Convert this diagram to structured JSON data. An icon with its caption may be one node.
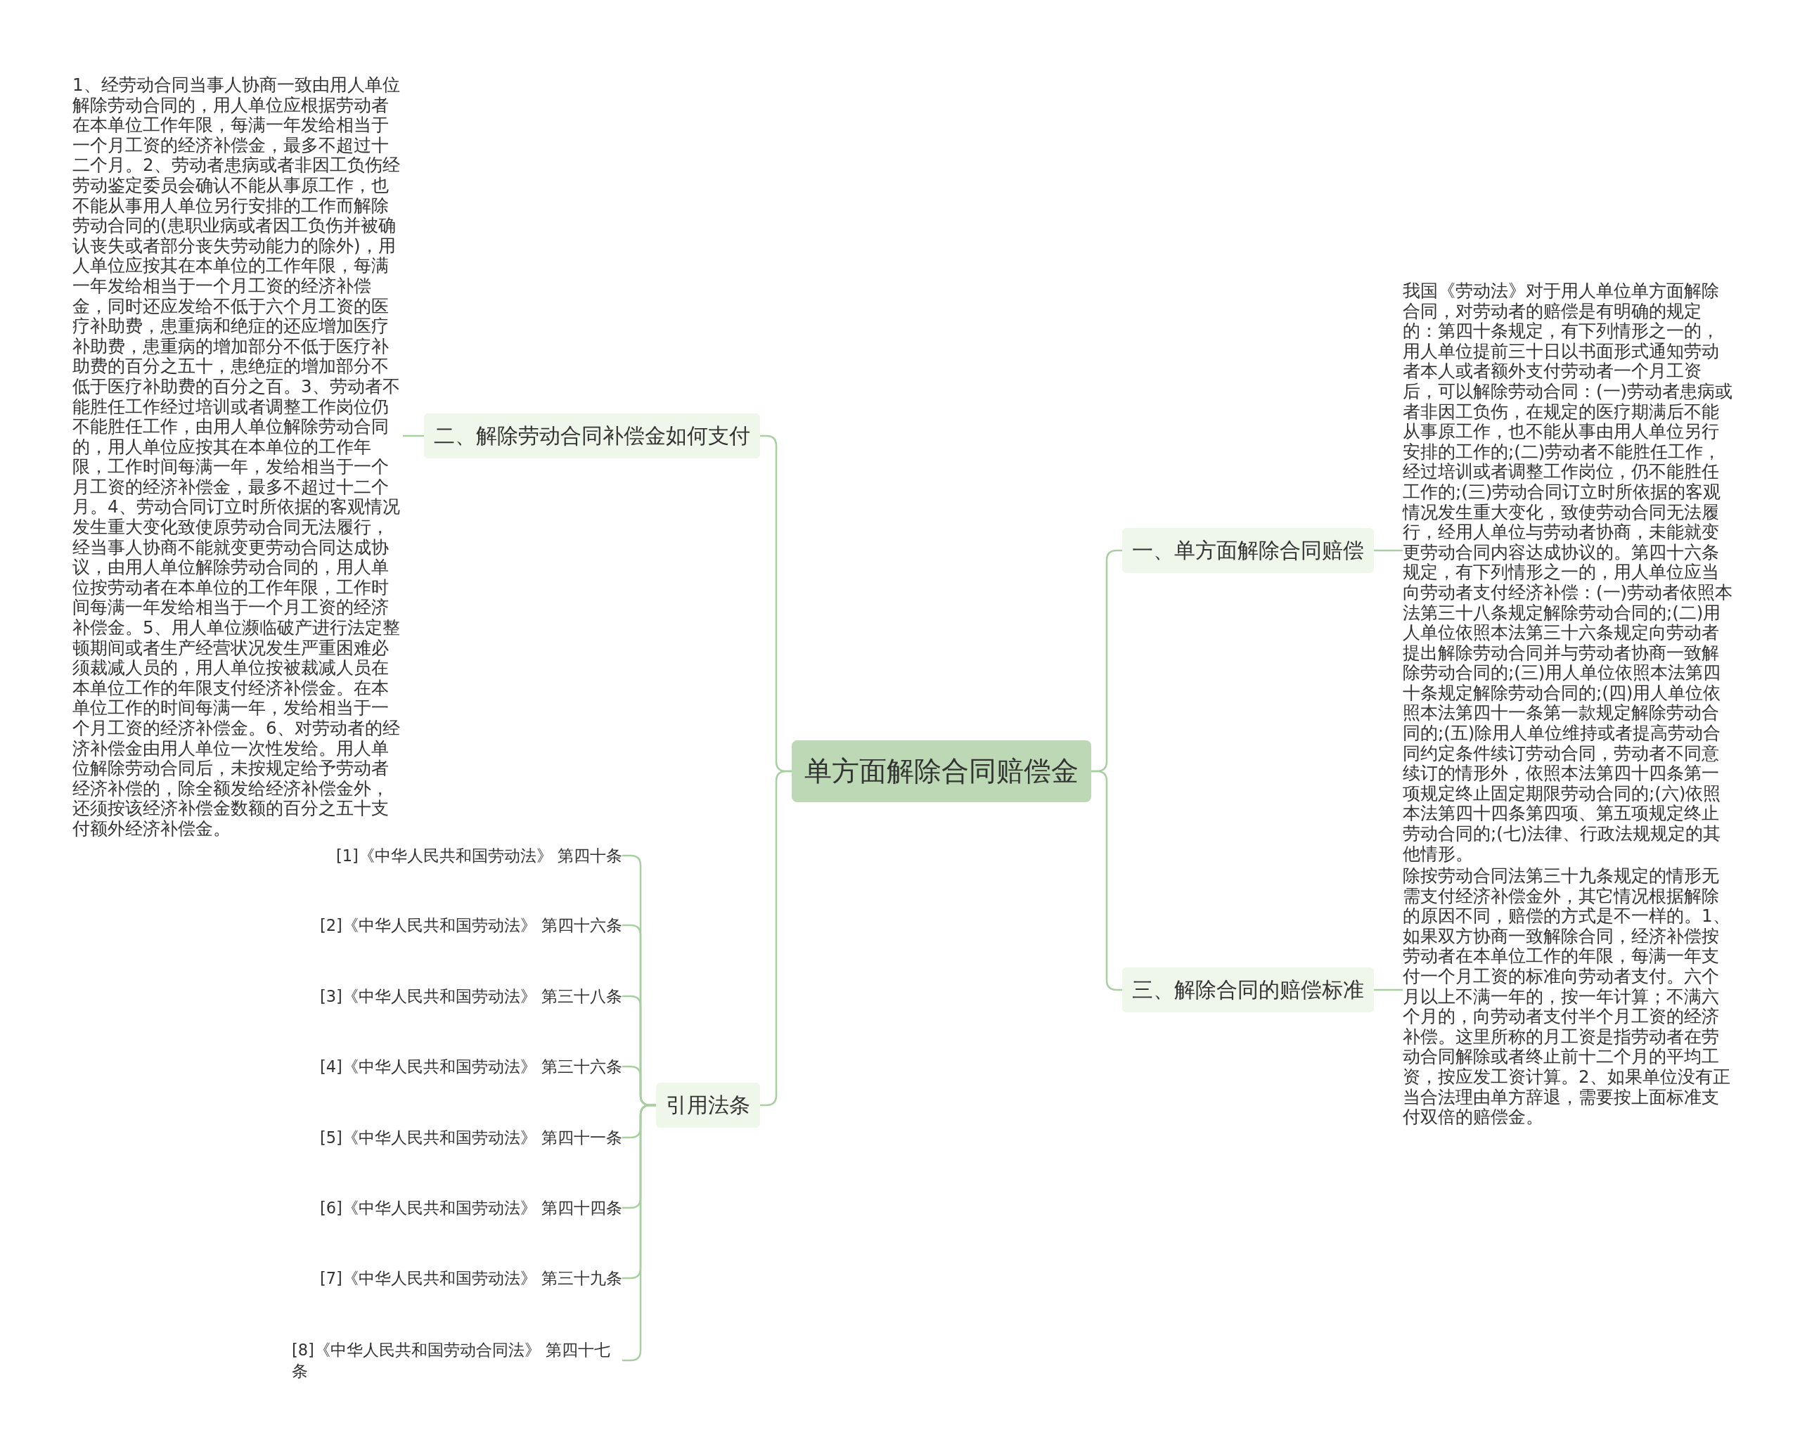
{
  "diagram": {
    "nodes": [
      {
        "text": [
          "单方面解除合同赔偿金"
        ]
      },
      {
        "text": [
          "一、单方面解除合同赔偿"
        ]
      },
      {
        "text": [
          "我国《劳动法》对于用人单位单方面解除合同，对劳动者的赔偿是有明确的规定的：第四十条规定，有下列情形之一的，用人单位提前三十日以书面形式通知劳动者本人或者额外支付劳动者一个月工资后，可以解除劳动合同：(一)劳动者患病或者非因工负伤，在规定的医疗期满后不能从事原工作，也不能从事由用人单位另行安排的工作的;(二)劳动者不能胜任工作，经过培训或者调整工作岗位，仍不能胜任工作的;(三)劳动合同订立时所依据的客观情况发生重大变化，致使劳动合同无法履行，经用人单位与劳动者协商，未能就变更劳动合同内容达成协议的。第四十六条规定，有下列情形之一的，用人单位应当向劳动者支付经济补偿：(一)劳动者依照本法第三十八条规定解除劳动合同的;(二)用人单位依照本法第三十六条规定向劳动者提出解除劳动合同并与劳动者协商一致解除劳动合同的;(三)用人单位依照本法第四十条规定解除劳动合同的;(四)用人单位依照本法第四十一条第一款规定解除劳动合同的;(五)除用人单位维持或者提高劳动合同约定条件续订劳动合同，劳动者不同意续订的情形外，依照本法第四十四条第一项规定终止固定期限劳动合同的;(六)依照本法第四十四条第四项、第五项规定终止劳动合同的;(七)法律、行政法规规定的其他情形。"
        ]
      },
      {
        "text": [
          "三、解除合同的赔偿标准"
        ]
      },
      {
        "text": [
          "除按劳动合同法第三十九条规定的情形无需支付经济补偿金外，其它情况根据解除的原因不同，赔偿的方式是不一样的。1、如果双方协商一致解除合同，经济补偿按劳动者在本单位工作的年限，每满一年支付一个月工资的标准向劳动者支付。六个月以上不满一年的，按一年计算；不满六个月的，向劳动者支付半个月工资的经济补偿。这里所称的月工资是指劳动者在劳动合同解除或者终止前十二个月的平均工资，按应发工资计算。2、如果单位没有正当合法理由单方辞退，需要按上面标准支付双倍的赔偿金。"
        ]
      },
      {
        "text": [
          "二、解除劳动合同补偿金如何支付"
        ]
      },
      {
        "text": [
          "1、经劳动合同当事人协商一致由用人单位解除劳动合同的，用人单位应根据劳动者在本单位工作年限，每满一年发给相当于一个月工资的经济补偿金，最多不超过十二个月。2、劳动者患病或者非因工负伤经劳动鉴定委员会确认不能从事原工作，也不能从事用人单位另行安排的工作而解除劳动合同的(患职业病或者因工负伤并被确认丧失或者部分丧失劳动能力的除外)，用人单位应按其在本单位的工作年限，每满一年发给相当于一个月工资的经济补偿金，同时还应发给不低于六个月工资的医疗补助费，患重病和绝症的还应增加医疗补助费，患重病的增加部分不低于医疗补助费的百分之五十，患绝症的增加部分不低于医疗补助费的百分之百。3、劳动者不能胜任工作经过培训或者调整工作岗位仍不能胜任工作，由用人单位解除劳动合同的，用人单位应按其在本单位的工作年限，工作时间每满一年，发给相当于一个月工资的经济补偿金，最多不超过十二个月。4、劳动合同订立时所依据的客观情况发生重大变化致使原劳动合同无法履行，经当事人协商不能就变更劳动合同达成协议，由用人单位解除劳动合同的，用人单位按劳动者在本单位的工作年限，工作时间每满一年发给相当于一个月工资的经济补偿金。5、用人单位濒临破产进行法定整顿期间或者生产经营状况发生严重困难必须裁减人员的，用人单位按被裁减人员在本单位工作的年限支付经济补偿金。在本单位工作的时间每满一年，发给相当于一个月工资的经济补偿金。6、对劳动者的经济补偿金由用人单位一次性发给。用人单位解除劳动合同后，未按规定给予劳动者经济补偿的，除全额发给经济补偿金外，还须按该经济补偿金数额的百分之五十支付额外经济补偿金。"
        ]
      },
      {
        "text": [
          "引用法条"
        ]
      },
      {
        "text": [
          "[1]《中华人民共和国劳动法》 第四十条"
        ]
      },
      {
        "text": [
          "[2]《中华人民共和国劳动法》 第四十六条"
        ]
      },
      {
        "text": [
          "[3]《中华人民共和国劳动法》 第三十八条"
        ]
      },
      {
        "text": [
          "[4]《中华人民共和国劳动法》 第三十六条"
        ]
      },
      {
        "text": [
          "[5]《中华人民共和国劳动法》 第四十一条"
        ]
      },
      {
        "text": [
          "[6]《中华人民共和国劳动法》 第四十四条"
        ]
      },
      {
        "text": [
          "[7]《中华人民共和国劳动法》 第三十九条"
        ]
      },
      {
        "text": [
          "[8]《中华人民共和国劳动合同法》 第四十七条"
        ]
      }
    ],
    "edges": [
      {
        "from": 0,
        "to": 1,
        "arrow": "none"
      },
      {
        "from": 1,
        "to": 2,
        "arrow": "none"
      },
      {
        "from": 0,
        "to": 3,
        "arrow": "none"
      },
      {
        "from": 3,
        "to": 4,
        "arrow": "none"
      },
      {
        "from": 0,
        "to": 5,
        "arrow": "none"
      },
      {
        "from": 5,
        "to": 6,
        "arrow": "none"
      },
      {
        "from": 0,
        "to": 7,
        "arrow": "none"
      },
      {
        "from": 7,
        "to": 8,
        "arrow": "none"
      },
      {
        "from": 7,
        "to": 9,
        "arrow": "none"
      },
      {
        "from": 7,
        "to": 10,
        "arrow": "none"
      },
      {
        "from": 7,
        "to": 11,
        "arrow": "none"
      },
      {
        "from": 7,
        "to": 12,
        "arrow": "none"
      },
      {
        "from": 7,
        "to": 13,
        "arrow": "none"
      },
      {
        "from": 7,
        "to": 14,
        "arrow": "none"
      },
      {
        "from": 7,
        "to": 15,
        "arrow": "none"
      }
    ]
  }
}
